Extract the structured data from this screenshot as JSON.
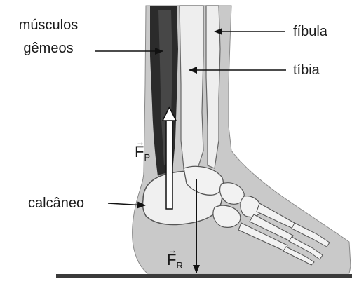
{
  "labels": {
    "musculos_line1": "músculos",
    "musculos_line2": "gêmeos",
    "fibula": "fíbula",
    "tibia": "tíbia",
    "calcaneo": "calcâneo",
    "fp_symbol": "F",
    "fp_subscript": "P",
    "fr_symbol": "F",
    "fr_subscript": "R"
  },
  "colors": {
    "leg_fill": "#c9c9c9",
    "bone_fill": "#eaeaea",
    "muscle_fill": "#2b2b2b",
    "ground": "#3a3a3a",
    "arrow": "#111111"
  }
}
